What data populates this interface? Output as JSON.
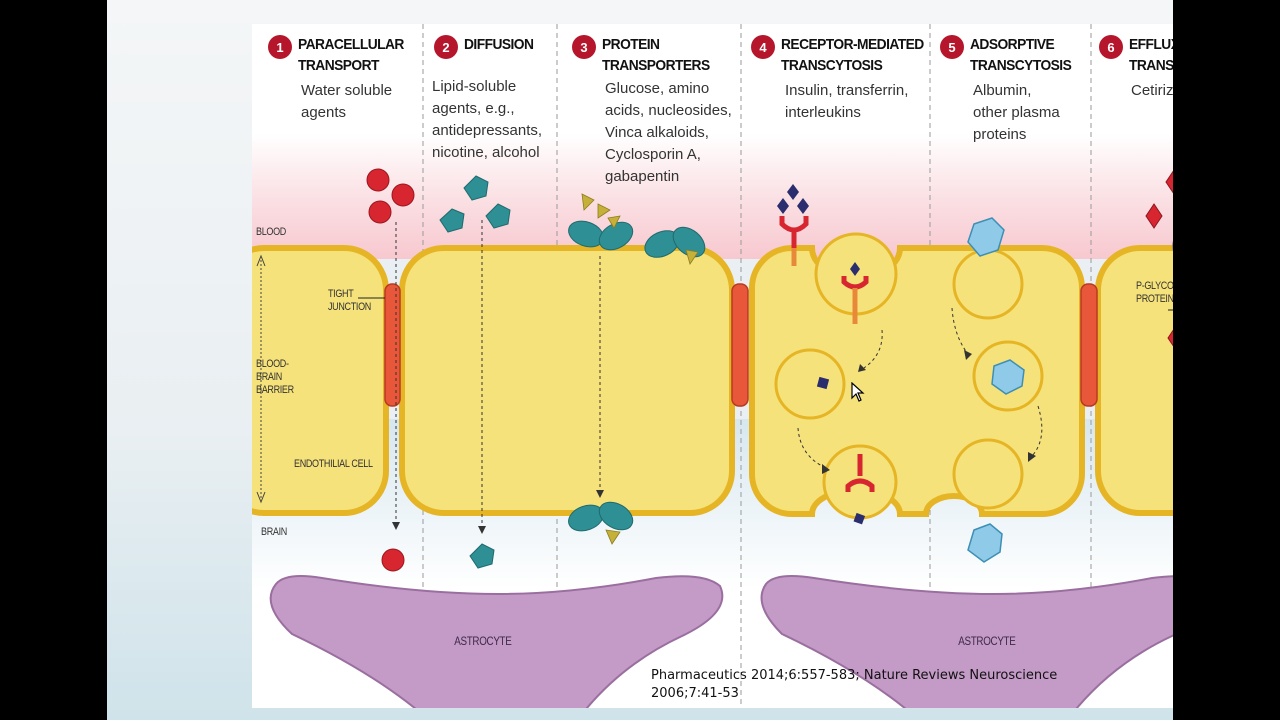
{
  "figure": {
    "columns": [
      {
        "number": "1",
        "title_lines": [
          "PARACELLULAR",
          "TRANSPORT"
        ],
        "desc_lines": [
          "Water soluble",
          "agents"
        ]
      },
      {
        "number": "2",
        "title_lines": [
          "DIFFUSION"
        ],
        "desc_lines": [
          "Lipid-soluble",
          "agents, e.g.,",
          "antidepressants,",
          "nicotine, alcohol"
        ]
      },
      {
        "number": "3",
        "title_lines": [
          "PROTEIN",
          "TRANSPORTERS"
        ],
        "desc_lines": [
          "Glucose, amino",
          "acids, nucleosides,",
          "Vinca alkaloids,",
          "Cyclosporin A,",
          "gabapentin"
        ]
      },
      {
        "number": "4",
        "title_lines": [
          "RECEPTOR-MEDIATED",
          "TRANSCYTOSIS"
        ],
        "desc_lines": [
          "Insulin, transferrin,",
          "interleukins"
        ]
      },
      {
        "number": "5",
        "title_lines": [
          "ADSORPTIVE",
          "TRANSCYTOSIS"
        ],
        "desc_lines": [
          "Albumin,",
          "other plasma",
          "proteins"
        ]
      },
      {
        "number": "6",
        "title_lines": [
          "EFFLUX",
          "TRANSPORTERS"
        ],
        "desc_lines": [
          "Cetirizine"
        ]
      }
    ],
    "labels": {
      "blood": "BLOOD",
      "tight_junction": [
        "TIGHT",
        "JUNCTION"
      ],
      "bbb": [
        "BLOOD-",
        "BRAIN",
        "BARRIER"
      ],
      "endothelial": "ENDOTHILIAL CELL",
      "brain": "BRAIN",
      "pgp": [
        "P-GLYCO",
        "PROTEIN"
      ],
      "astrocyte_left": "ASTROCYTE",
      "astrocyte_right": "ASTROCYTE"
    },
    "colors": {
      "cell_fill": "#f6e27a",
      "cell_border": "#e6b526",
      "junction": "#e8573a",
      "astrocyte": "#c49ac6",
      "teal": "#2e8f94",
      "red": "#d7262f",
      "navy": "#2a2e6e",
      "ice": "#8fcbe8",
      "blood_tint": "#f7d3d8",
      "brain_tint": "#d9e8f0"
    }
  },
  "citation": [
    "Pharmaceutics 2014;6:557-583; Nature Reviews Neuroscience",
    "2006;7:41-53"
  ]
}
